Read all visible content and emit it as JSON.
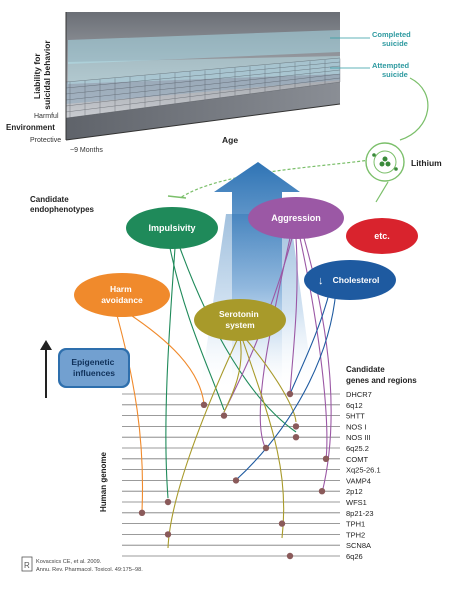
{
  "landscape": {
    "y_axis_label_line1": "Liability for",
    "y_axis_label_line2": "suicidal behavior",
    "environment_label": "Environment",
    "harmful_label": "Harmful",
    "protective_label": "Protective",
    "age_label": "Age",
    "age_start_label": "~9 Months",
    "completed_suicide_line1": "Completed",
    "completed_suicide_line2": "suicide",
    "attempted_suicide_line1": "Attempted",
    "attempted_suicide_line2": "suicide"
  },
  "lithium": {
    "label": "Lithium"
  },
  "endophenotypes": {
    "heading_line1": "Candidate",
    "heading_line2": "endophenotypes",
    "impulsivity": "Impulsivity",
    "aggression": "Aggression",
    "etc": "etc.",
    "harm_avoidance_line1": "Harm",
    "harm_avoidance_line2": "avoidance",
    "serotonin_line1": "Serotonin",
    "serotonin_line2": "system",
    "cholesterol": "Cholesterol",
    "cholesterol_arrow": "↓"
  },
  "epigenetic": {
    "line1": "Epigenetic",
    "line2": "influences"
  },
  "genes": {
    "heading_line1": "Candidate",
    "heading_line2": "genes and regions",
    "list": [
      "DHCR7",
      "6q12",
      "5HTT",
      "NOS I",
      "NOS III",
      "6q25.2",
      "COMT",
      "Xq25-26.1",
      "VAMP4",
      "2p12",
      "WFS1",
      "8p21-23",
      "TPH1",
      "TPH2",
      "SCN8A",
      "6q26"
    ]
  },
  "human_genome_label": "Human genome",
  "citation": {
    "line1": "Kovacsics CE, et al. 2009.",
    "line2": "Annu. Rev. Pharmacol. Toxicol. 49:175–98."
  },
  "colors": {
    "impulsivity": "#1f8a5a",
    "aggression": "#9b58a5",
    "etc": "#d9232d",
    "harm_avoidance": "#f08a2c",
    "serotonin": "#a89a2a",
    "cholesterol": "#1e5aa0",
    "accent_teal": "#2e9aa0",
    "lithium_green": "#7bbf6a"
  }
}
